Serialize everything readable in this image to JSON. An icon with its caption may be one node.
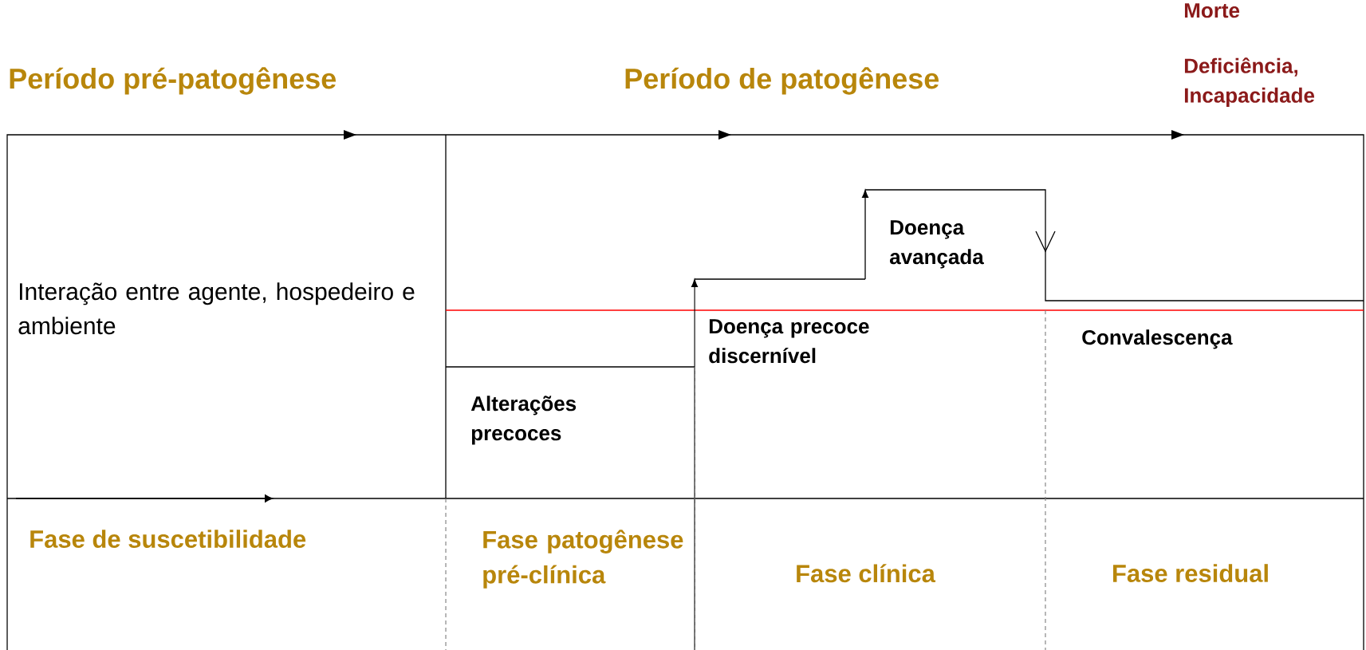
{
  "diagram": {
    "labels": [
      "Morte",
      "Período pré-patogênese",
      "Período de patogênese",
      "Deficiência, Incapacidade",
      "Interação entre agente, hospedeiro e ambiente",
      "Doença avançada",
      "Doença precoce discernível",
      "Convalescença",
      "Alterações precoces",
      "Fase de suscetibilidade",
      "Fase patogênese pré-clínica",
      "Fase clínica",
      "Fase residual"
    ]
  }
}
